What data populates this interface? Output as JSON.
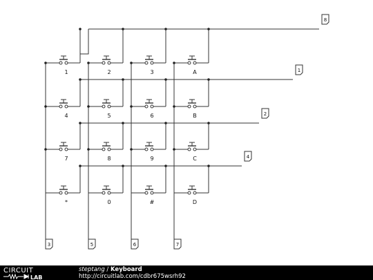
{
  "diagram": {
    "keys": [
      [
        "1",
        "2",
        "3",
        "A"
      ],
      [
        "4",
        "5",
        "6",
        "B"
      ],
      [
        "7",
        "8",
        "9",
        "C"
      ],
      [
        "*",
        "0",
        "#",
        "D"
      ]
    ],
    "row_ports": [
      "8",
      "1",
      "2",
      "4"
    ],
    "column_ports": [
      "3",
      "5",
      "6",
      "7"
    ],
    "colors": {
      "wire": "#333333",
      "node": "#222222",
      "port_fill": "#ffffff"
    }
  },
  "footer": {
    "logo_top": "CIRCUIT",
    "logo_bottom": "LAB",
    "user": "steptang",
    "separator": " / ",
    "title": "Keyboard",
    "url": "http://circuitlab.com/cdbr675wsrh92"
  }
}
